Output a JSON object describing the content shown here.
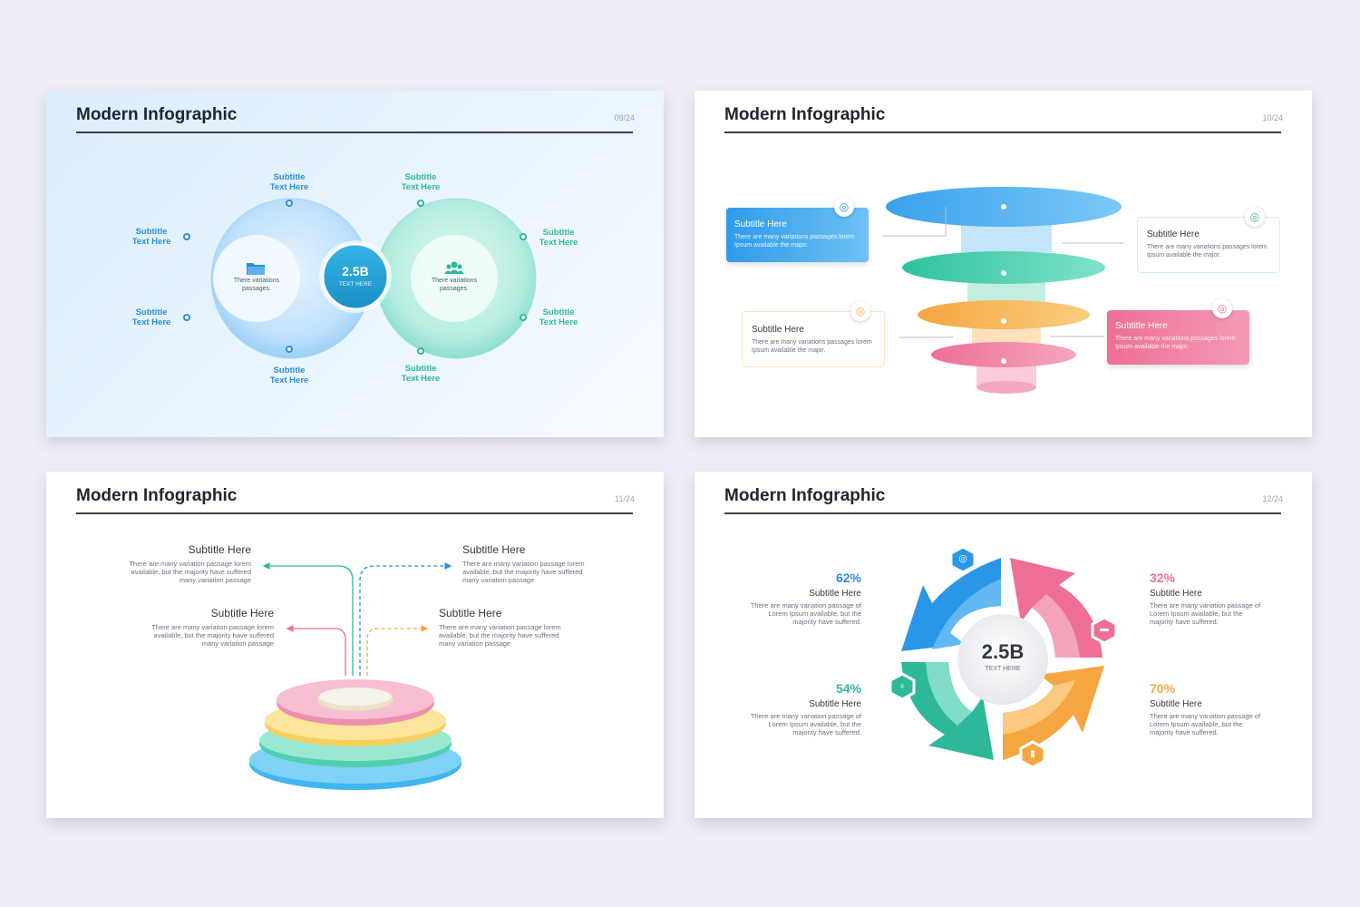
{
  "colors": {
    "blue": "#2a8fd8",
    "teal": "#2db89a",
    "orange": "#f5a640",
    "pink": "#ee6f96",
    "yellow": "#f6d36b",
    "dark": "#1f2530"
  },
  "slides": [
    {
      "title": "Modern Infographic",
      "number": "09/24",
      "center_value": "2.5B",
      "center_label": "TEXT HERE",
      "left_circle_text": "There variations passages.",
      "right_circle_text": "There variations passages.",
      "left_icon": "folder-icon",
      "right_icon": "team-icon",
      "labels": [
        {
          "line1": "Subtitle",
          "line2": "Text Here"
        },
        {
          "line1": "Subtitle",
          "line2": "Text Here"
        },
        {
          "line1": "Subtitle",
          "line2": "Text Here"
        },
        {
          "line1": "Subtitle",
          "line2": "Text Here"
        },
        {
          "line1": "Subtitle",
          "line2": "Text Here"
        },
        {
          "line1": "Subtitle",
          "line2": "Text Here"
        },
        {
          "line1": "Subtitle",
          "line2": "Text Here"
        },
        {
          "line1": "Subtitle",
          "line2": "Text Here"
        }
      ]
    },
    {
      "title": "Modern Infographic",
      "number": "10/24",
      "boxes": [
        {
          "subtitle": "Subtitle Here",
          "body": "There are many variations passages lorem Ipsum available the major.",
          "icon": "target-icon"
        },
        {
          "subtitle": "Subtitle Here",
          "body": "There are many variations passages lorem Ipsum available the major.",
          "icon": "target-icon"
        },
        {
          "subtitle": "Subtitle Here",
          "body": "There are many variations passages lorem Ipsum available the major.",
          "icon": "target-icon"
        },
        {
          "subtitle": "Subtitle Here",
          "body": "There are many variations passages lorem Ipsum available the major.",
          "icon": "target-icon"
        }
      ]
    },
    {
      "title": "Modern Infographic",
      "number": "11/24",
      "items": [
        {
          "subtitle": "Subtitle Here",
          "body": "There are many variation passage lorem available, but the majority have suffered many variation passage"
        },
        {
          "subtitle": "Subtitle Here",
          "body": "There are many variation passage lorem available, but the majority have suffered many variation passage"
        },
        {
          "subtitle": "Subtitle Here",
          "body": "There are many variation passage lorem available, but the majority have suffered many variation passage"
        },
        {
          "subtitle": "Subtitle Here",
          "body": "There are many variation passage lorem available, but the majority have suffered many variation passage"
        }
      ]
    },
    {
      "title": "Modern Infographic",
      "number": "12/24",
      "center_value": "2.5B",
      "center_label": "TEXT HERE",
      "items": [
        {
          "percent": "62%",
          "subtitle": "Subtitle Here",
          "body": "There are many variation passage of Lorem Ipsum available, but the majority have suffered.",
          "icon": "target-icon"
        },
        {
          "percent": "32%",
          "subtitle": "Subtitle Here",
          "body": "There are many variation passage of Lorem Ipsum available, but the majority have suffered.",
          "icon": "folder-icon"
        },
        {
          "percent": "54%",
          "subtitle": "Subtitle Here",
          "body": "There are many variation passage of Lorem Ipsum available, but the majority have suffered.",
          "icon": "lightbulb-icon"
        },
        {
          "percent": "70%",
          "subtitle": "Subtitle Here",
          "body": "There are many variation passage of Lorem Ipsum available, but the majority have suffered.",
          "icon": "bar-chart-icon"
        }
      ]
    }
  ]
}
